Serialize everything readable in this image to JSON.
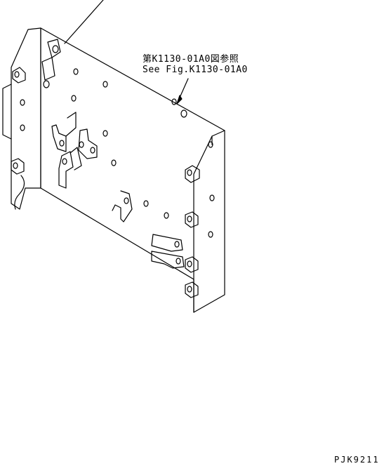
{
  "callout": {
    "reference_jp": "第K1130-01A0図参照",
    "reference_en": "See Fig.K1130-01A0"
  },
  "footer": {
    "drawing_code": "PJK9211"
  }
}
